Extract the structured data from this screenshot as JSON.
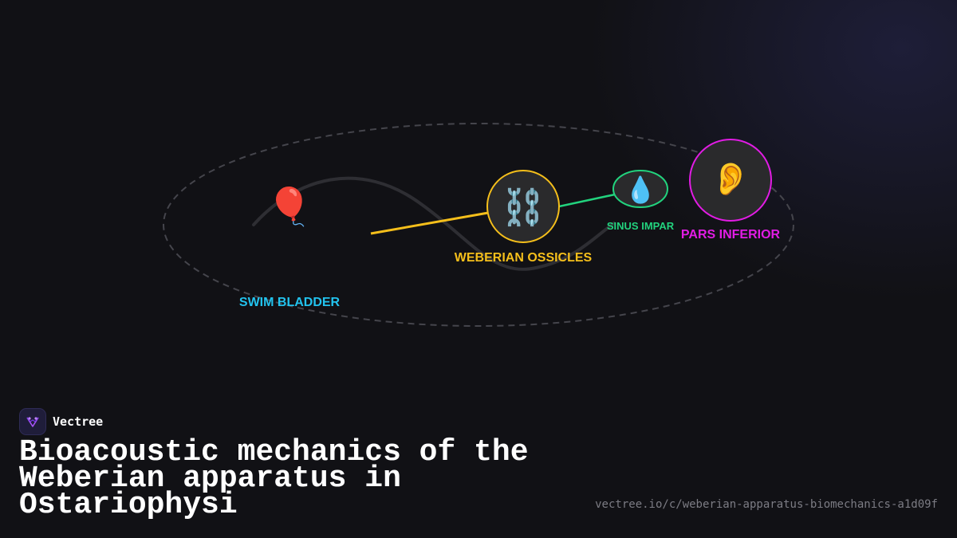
{
  "diagram": {
    "nodes": [
      {
        "id": "swim-bladder",
        "label": "SWIM BLADDER",
        "icon": "balloon-icon",
        "glyph": "🎈",
        "color": "#22c3ee"
      },
      {
        "id": "weberian-ossicles",
        "label": "WEBERIAN OSSICLES",
        "icon": "chain-icon",
        "glyph": "⛓️",
        "color": "#f5bf1b"
      },
      {
        "id": "sinus-impar",
        "label": "SINUS IMPAR",
        "icon": "droplet-icon",
        "glyph": "💧",
        "color": "#22d37e"
      },
      {
        "id": "pars-inferior",
        "label": "PARS INFERIOR",
        "icon": "ear-icon",
        "glyph": "👂",
        "color": "#e21ce5"
      }
    ],
    "edges": [
      {
        "from": "swim-bladder",
        "to": "weberian-ossicles",
        "color": "#f5bf1b"
      },
      {
        "from": "weberian-ossicles",
        "to": "sinus-impar",
        "color": "#22d37e"
      }
    ]
  },
  "brand": {
    "name": "Vectree",
    "logo_icon": "vectree-logo-icon",
    "accent": "#a855f7"
  },
  "title": "Bioacoustic mechanics of the Weberian apparatus in Ostariophysi",
  "url": "vectree.io/c/weberian-apparatus-biomechanics-a1d09f"
}
